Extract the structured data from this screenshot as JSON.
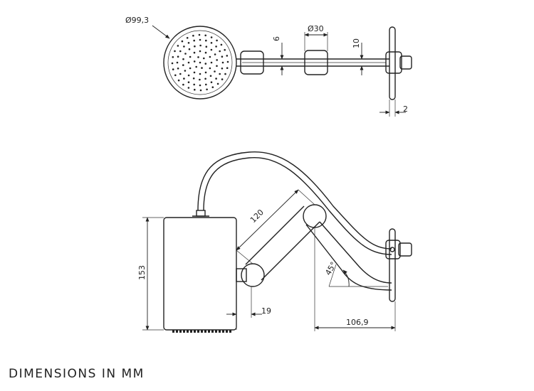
{
  "dimensions": {
    "head_diameter": "Ø99,3",
    "pipe_diameter": "Ø30",
    "wall_gap": "6",
    "arm_thickness": "10",
    "plate_thickness": "2",
    "arm_length": "120",
    "head_height": "153",
    "head_offset": "19",
    "wall_projection": "106,9",
    "arm_angle": "45°"
  },
  "footer": "DIMENSIONS IN MM"
}
